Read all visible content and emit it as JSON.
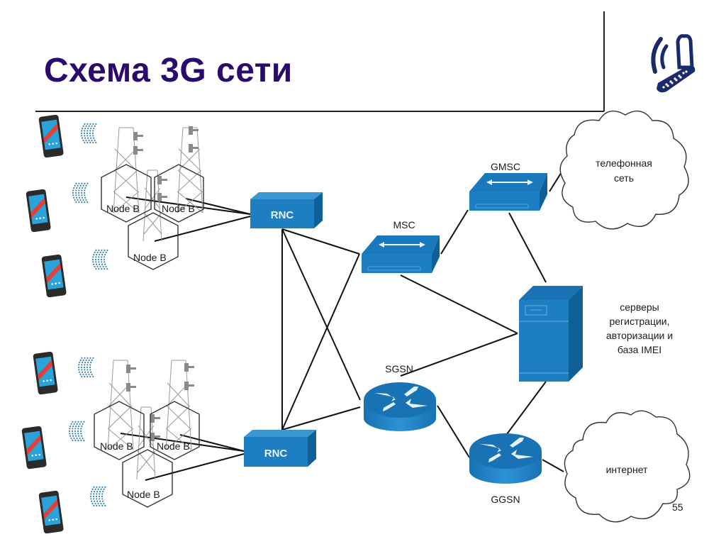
{
  "slide": {
    "title": "Схема 3G сети",
    "page_number": "55",
    "logo_icon": "mobile-phone-signal-icon"
  },
  "colors": {
    "title": "#2a0a6b",
    "device_blue": "#1d7fc1",
    "device_dark": "#0f5f98",
    "device_light": "#3a97d3",
    "links": "#111111",
    "logo": "#1b2a6b"
  },
  "diagram": {
    "cells": {
      "upper": [
        "Node B",
        "Node B",
        "Node B"
      ],
      "lower": [
        "Node B",
        "Node B",
        "Node B"
      ]
    },
    "nodes": {
      "rnc_top": "RNC",
      "rnc_bottom": "RNC",
      "msc": "MSC",
      "gmsc": "GMSC",
      "sgsn": "SGSN",
      "ggsn": "GGSN",
      "servers": [
        "серверы",
        "регистрации,",
        "авторизации и",
        "база IMEI"
      ]
    },
    "clouds": {
      "phone_network": [
        "телефонная",
        "сеть"
      ],
      "internet": "интернет"
    },
    "mobile_devices": 6
  }
}
